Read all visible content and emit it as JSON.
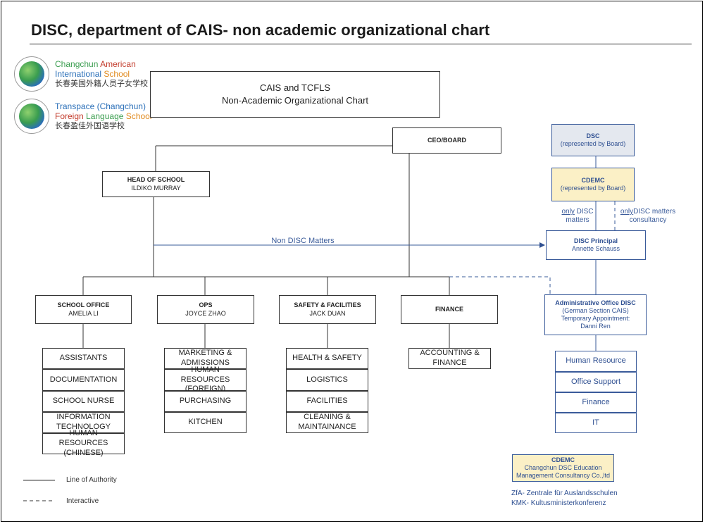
{
  "title": "DISC, department of CAIS- non academic organizational chart",
  "logos": {
    "cais": {
      "line1_a": "Changchun ",
      "line1_b": "American",
      "line2_a": "International ",
      "line2_b": "School",
      "line3": "长春美国外籍人员子女学校"
    },
    "tfls": {
      "line1": "Transpace (Changchun)",
      "line2_a": "Foreign ",
      "line2_b": "Language ",
      "line2_c": "School",
      "line3": "长春盈佳外国语学校"
    }
  },
  "chart_box": {
    "line1": "CAIS and TCFLS",
    "line2": "Non-Academic Organizational Chart"
  },
  "ceo": "CEO/BOARD",
  "head": {
    "title": "HEAD OF SCHOOL",
    "name": "ILDIKO MURRAY"
  },
  "non_disc_label": "Non DISC Matters",
  "departments": [
    {
      "title": "SCHOOL OFFICE",
      "name": "AMELIA LI",
      "items": [
        "ASSISTANTS",
        "DOCUMENTATION",
        "SCHOOL NURSE",
        "INFORMATION TECHNOLOGY",
        "HUMAN RESOURCES (CHINESE)"
      ]
    },
    {
      "title": "OPS",
      "name": "JOYCE ZHAO",
      "items": [
        "MARKETING & ADMISSIONS",
        "HUMAN RESOURCES (FOREIGN)",
        "PURCHASING",
        "KITCHEN"
      ]
    },
    {
      "title": "SAFETY & FACILITIES",
      "name": "JACK DUAN",
      "items": [
        "HEALTH & SAFETY",
        "LOGISTICS",
        "FACILITIES",
        "CLEANING & MAINTAINANCE"
      ]
    },
    {
      "title": "FINANCE",
      "name": "",
      "items": [
        "ACCOUNTING & FINANCE"
      ]
    }
  ],
  "disc": {
    "title": "DSC",
    "sub": "(represented by Board)"
  },
  "cdemc": {
    "title": "CDEMC",
    "sub": "(represented by Board)"
  },
  "only_disc": {
    "a": "only",
    "b": " DISC",
    "c": "matters"
  },
  "only_consult": {
    "a": "only",
    "b": "DISC matters",
    "c": "consultancy"
  },
  "principal": {
    "title": "DISC Principal",
    "name": "Annette Schauss"
  },
  "admin_office": {
    "title": "Administrative Office DISC",
    "l2": "(German Section CAIS)",
    "l3": "Temporary Appointment:",
    "l4": "Danni Ren"
  },
  "admin_items": [
    "Human Resource",
    "Office Support",
    "Finance",
    "IT"
  ],
  "legend": {
    "authority": "Line of Authority",
    "interactive": "Interactive"
  },
  "cdemc_note": {
    "title": "CDEMC",
    "l2": "Changchun DSC Education",
    "l3": "Management Consultancy Co.,ltd"
  },
  "footnote": {
    "l1": "ZfA- Zentrale für Auslandsschulen",
    "l2": "KMK- Kultusministerkonferenz"
  },
  "colors": {
    "blue": "#2e4f91",
    "gray_fill": "#e4e8ef",
    "cream_fill": "#fbf0c6"
  }
}
